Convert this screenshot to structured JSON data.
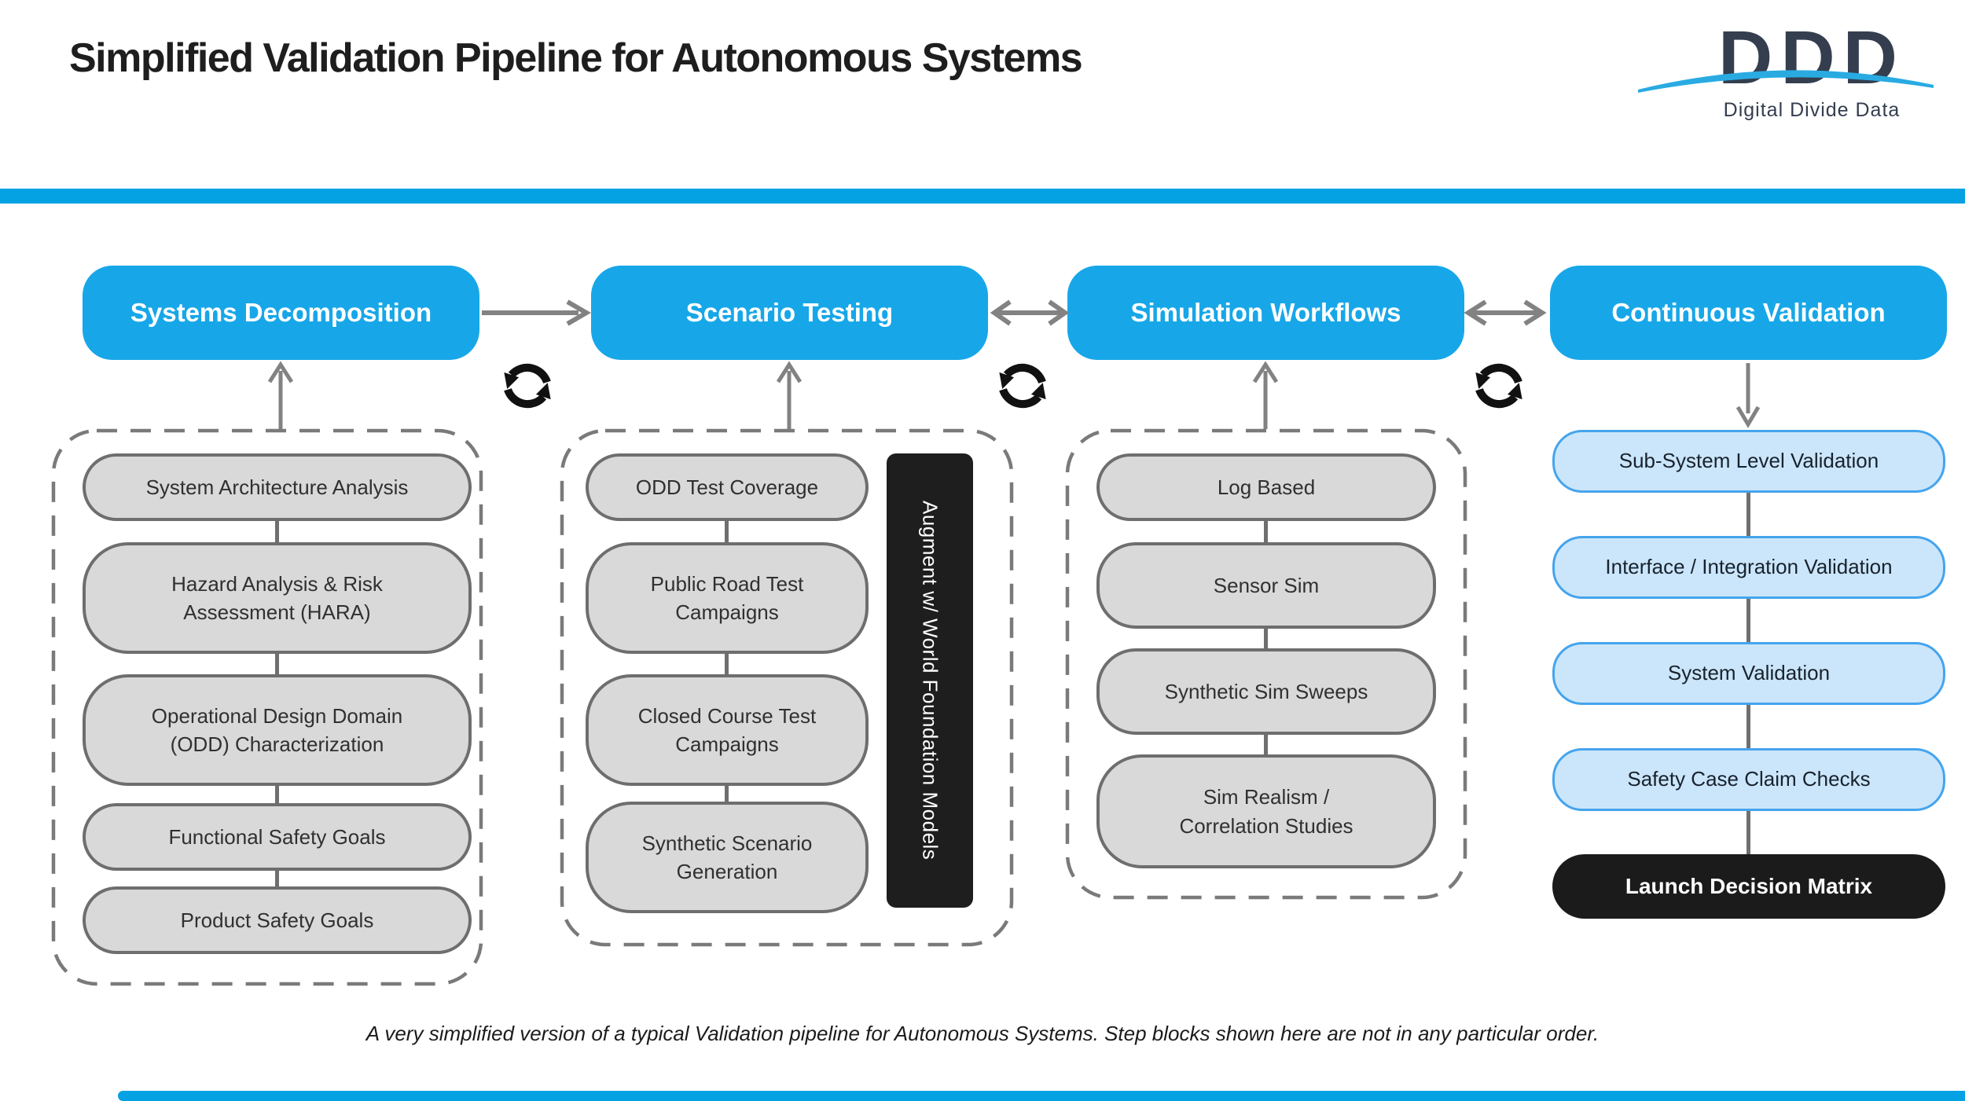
{
  "page": {
    "title": "Simplified Validation Pipeline for Autonomous Systems"
  },
  "logo": {
    "acronym": "DDD",
    "company": "Digital Divide Data"
  },
  "pipeline": {
    "stages": [
      {
        "title": "Systems Decomposition",
        "steps": [
          "System Architecture Analysis",
          "Hazard Analysis & Risk Assessment (HARA)",
          "Operational Design Domain (ODD) Characterization",
          "Functional Safety Goals",
          "Product Safety Goals"
        ]
      },
      {
        "title": "Scenario Testing",
        "steps": [
          "ODD Test Coverage",
          "Public Road Test Campaigns",
          "Closed Course Test Campaigns",
          "Synthetic Scenario Generation"
        ],
        "side_label": "Augment w/ World Foundation Models"
      },
      {
        "title": "Simulation Workflows",
        "steps": [
          "Log Based",
          "Sensor Sim",
          "Synthetic Sim Sweeps",
          "Sim Realism / Correlation Studies"
        ]
      },
      {
        "title": "Continuous Validation",
        "steps": [
          "Sub-System Level Validation",
          "Interface / Integration Validation",
          "System Validation",
          "Safety Case Claim Checks"
        ],
        "final_step": "Launch Decision Matrix"
      }
    ]
  },
  "footer": {
    "caption": "A very simplified version of a typical Validation pipeline for Autonomous Systems. Step blocks shown here are not in any particular order."
  },
  "colors": {
    "accent_blue": "#05a2e3",
    "pill_blue": "#17a7e8",
    "light_blue_fill": "#cbe6fa",
    "light_blue_border": "#45a4ed",
    "gray_fill": "#d9d9d9",
    "gray_border": "#6e6e6e",
    "black": "#1b1b1b",
    "logo_navy": "#343e4f"
  }
}
